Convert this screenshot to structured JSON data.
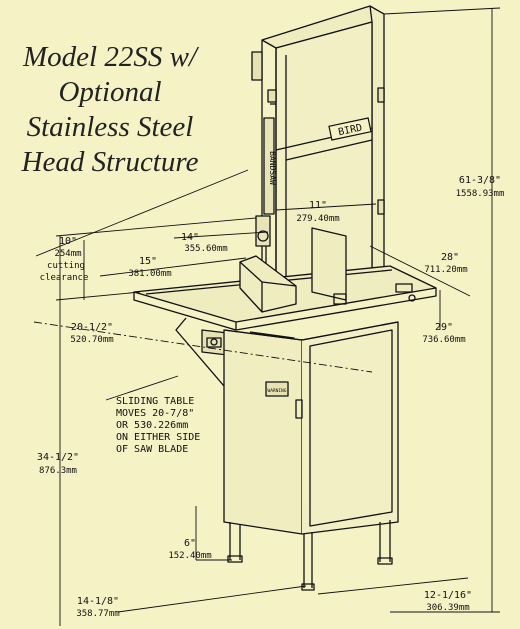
{
  "title_lines": [
    "Model 22SS w/",
    "Optional",
    "Stainless Steel",
    "Head Structure"
  ],
  "brand_label": "BIRD",
  "column_label": "BANDSAW",
  "warning_label": "WARNING",
  "dims": {
    "height_total": {
      "in": "61-3/8\"",
      "mm": "1558.93mm"
    },
    "throat": {
      "in": "11\"",
      "mm": "279.40mm"
    },
    "head_depth": {
      "in": "14\"",
      "mm": "355.60mm"
    },
    "table_left": {
      "in": "15\"",
      "mm": "381.00mm"
    },
    "clearance": {
      "in": "10\"",
      "mm": "254mm",
      "l1": "cutting",
      "l2": "clearance"
    },
    "table_width": {
      "in": "28\"",
      "mm": "711.20mm"
    },
    "table_depth": {
      "in": "20-1/2\"",
      "mm": "520.70mm"
    },
    "table_overall": {
      "in": "29\"",
      "mm": "736.60mm"
    },
    "table_height": {
      "in": "34-1/2\"",
      "mm": "876.3mm"
    },
    "leg_height": {
      "in": "6\"",
      "mm": "152.40mm"
    },
    "base_width": {
      "in": "14-1/8\"",
      "mm": "358.77mm"
    },
    "base_depth": {
      "in": "12-1/16\"",
      "mm": "306.39mm"
    }
  },
  "sliding_note": [
    "SLIDING TABLE",
    "MOVES 20-7/8\"",
    "OR 530.226mm",
    "ON EITHER SIDE",
    "OF SAW BLADE"
  ]
}
